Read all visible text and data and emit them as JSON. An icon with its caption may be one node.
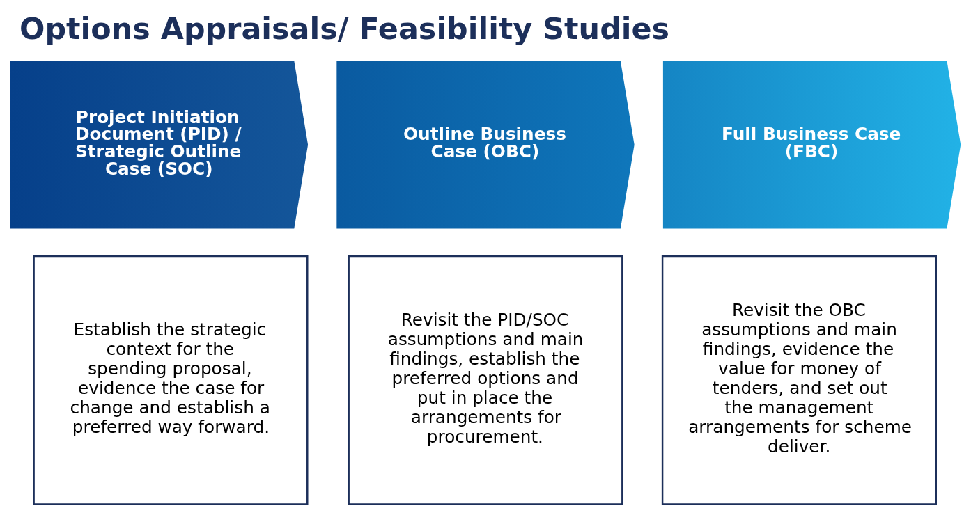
{
  "diagram": {
    "title": "Options Appraisals/ Feasibility Studies",
    "nodes": [
      {
        "text": [
          "Project Initiation Document (PID) / Strategic Outline Case (SOC)"
        ]
      },
      {
        "text": [
          "Outline Business Case (OBC)"
        ]
      },
      {
        "text": [
          "Full Business Case (FBC)"
        ]
      },
      {
        "text": [
          "Establish the strategic context for the spending proposal, evidence the case for change and establish a preferred way forward."
        ]
      },
      {
        "text": [
          "Revisit the PID/SOC assumptions and main findings, establish the preferred options and put in place the arrangements for procurement."
        ]
      },
      {
        "text": [
          "Revisit the OBC assumptions and main findings, evidence the value for money of tenders, and set out the management arrangements for scheme deliver."
        ]
      }
    ]
  }
}
